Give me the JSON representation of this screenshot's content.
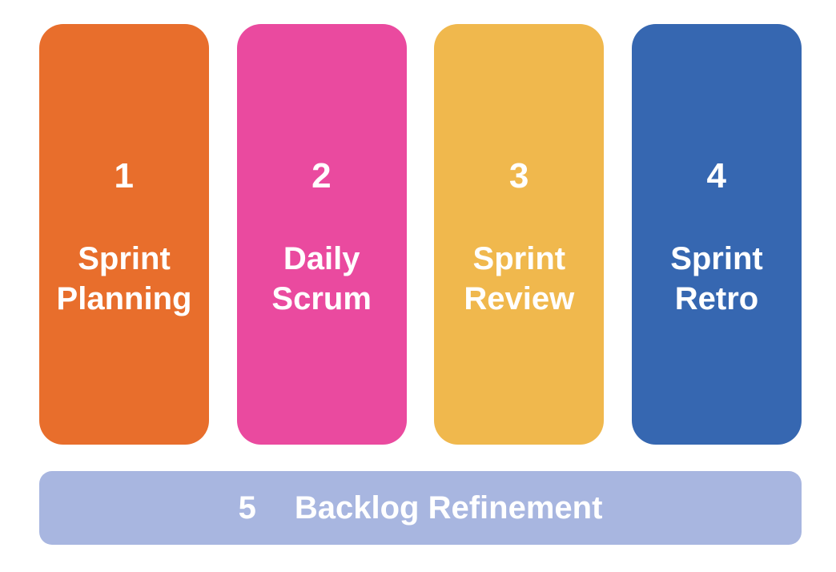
{
  "diagram": {
    "type": "process-cards",
    "background_color": "#FFFFFF",
    "events": [
      {
        "number": "1",
        "title": "Sprint\nPlanning",
        "color": "#E86E2C"
      },
      {
        "number": "2",
        "title": "Daily\nScrum",
        "color": "#EA4A9F"
      },
      {
        "number": "3",
        "title": "Sprint\nReview",
        "color": "#F0B84D"
      },
      {
        "number": "4",
        "title": "Sprint\nRetro",
        "color": "#3667B1"
      }
    ],
    "footer": {
      "number": "5",
      "title": "Backlog Refinement",
      "color": "#A8B6E0"
    }
  }
}
